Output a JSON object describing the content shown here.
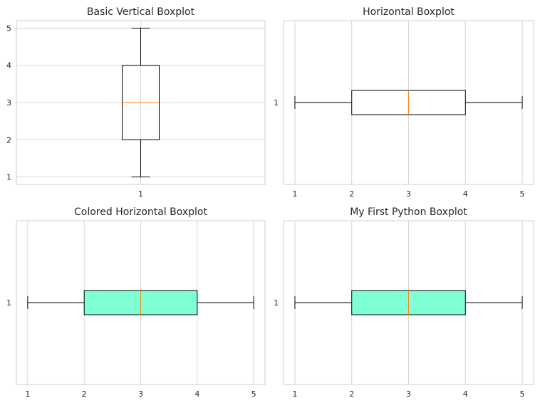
{
  "chart_data": [
    {
      "type": "boxplot",
      "orientation": "vertical",
      "title": "Basic Vertical Boxplot",
      "categories": [
        "1"
      ],
      "stats": {
        "whislo": 1,
        "q1": 2,
        "med": 3,
        "q3": 4,
        "whishi": 5
      },
      "value_ticks": [
        "1",
        "2",
        "3",
        "4",
        "5"
      ],
      "value_range": [
        0.8,
        5.2
      ],
      "box_fill": null,
      "grid": true
    },
    {
      "type": "boxplot",
      "orientation": "horizontal",
      "title": "Horizontal Boxplot",
      "categories": [
        "1"
      ],
      "stats": {
        "whislo": 1,
        "q1": 2,
        "med": 3,
        "q3": 4,
        "whishi": 5
      },
      "value_ticks": [
        "1",
        "2",
        "3",
        "4",
        "5"
      ],
      "value_range": [
        0.8,
        5.2
      ],
      "box_fill": null,
      "grid": true
    },
    {
      "type": "boxplot",
      "orientation": "horizontal",
      "title": "Colored Horizontal Boxplot",
      "categories": [
        "1"
      ],
      "stats": {
        "whislo": 1,
        "q1": 2,
        "med": 3,
        "q3": 4,
        "whishi": 5
      },
      "value_ticks": [
        "1",
        "2",
        "3",
        "4",
        "5"
      ],
      "value_range": [
        0.8,
        5.2
      ],
      "box_fill": "#7fffd4",
      "grid": true
    },
    {
      "type": "boxplot",
      "orientation": "horizontal",
      "title": "My First Python Boxplot",
      "categories": [
        "1"
      ],
      "stats": {
        "whislo": 1,
        "q1": 2,
        "med": 3,
        "q3": 4,
        "whishi": 5
      },
      "value_ticks": [
        "1",
        "2",
        "3",
        "4",
        "5"
      ],
      "value_range": [
        0.8,
        5.2
      ],
      "box_fill": "#7fffd4",
      "grid": true
    }
  ],
  "colors": {
    "median": "#ff7f0e",
    "box_edge": "#000000",
    "grid": "#cccccc",
    "spine": "#cccccc",
    "text": "#262626"
  }
}
